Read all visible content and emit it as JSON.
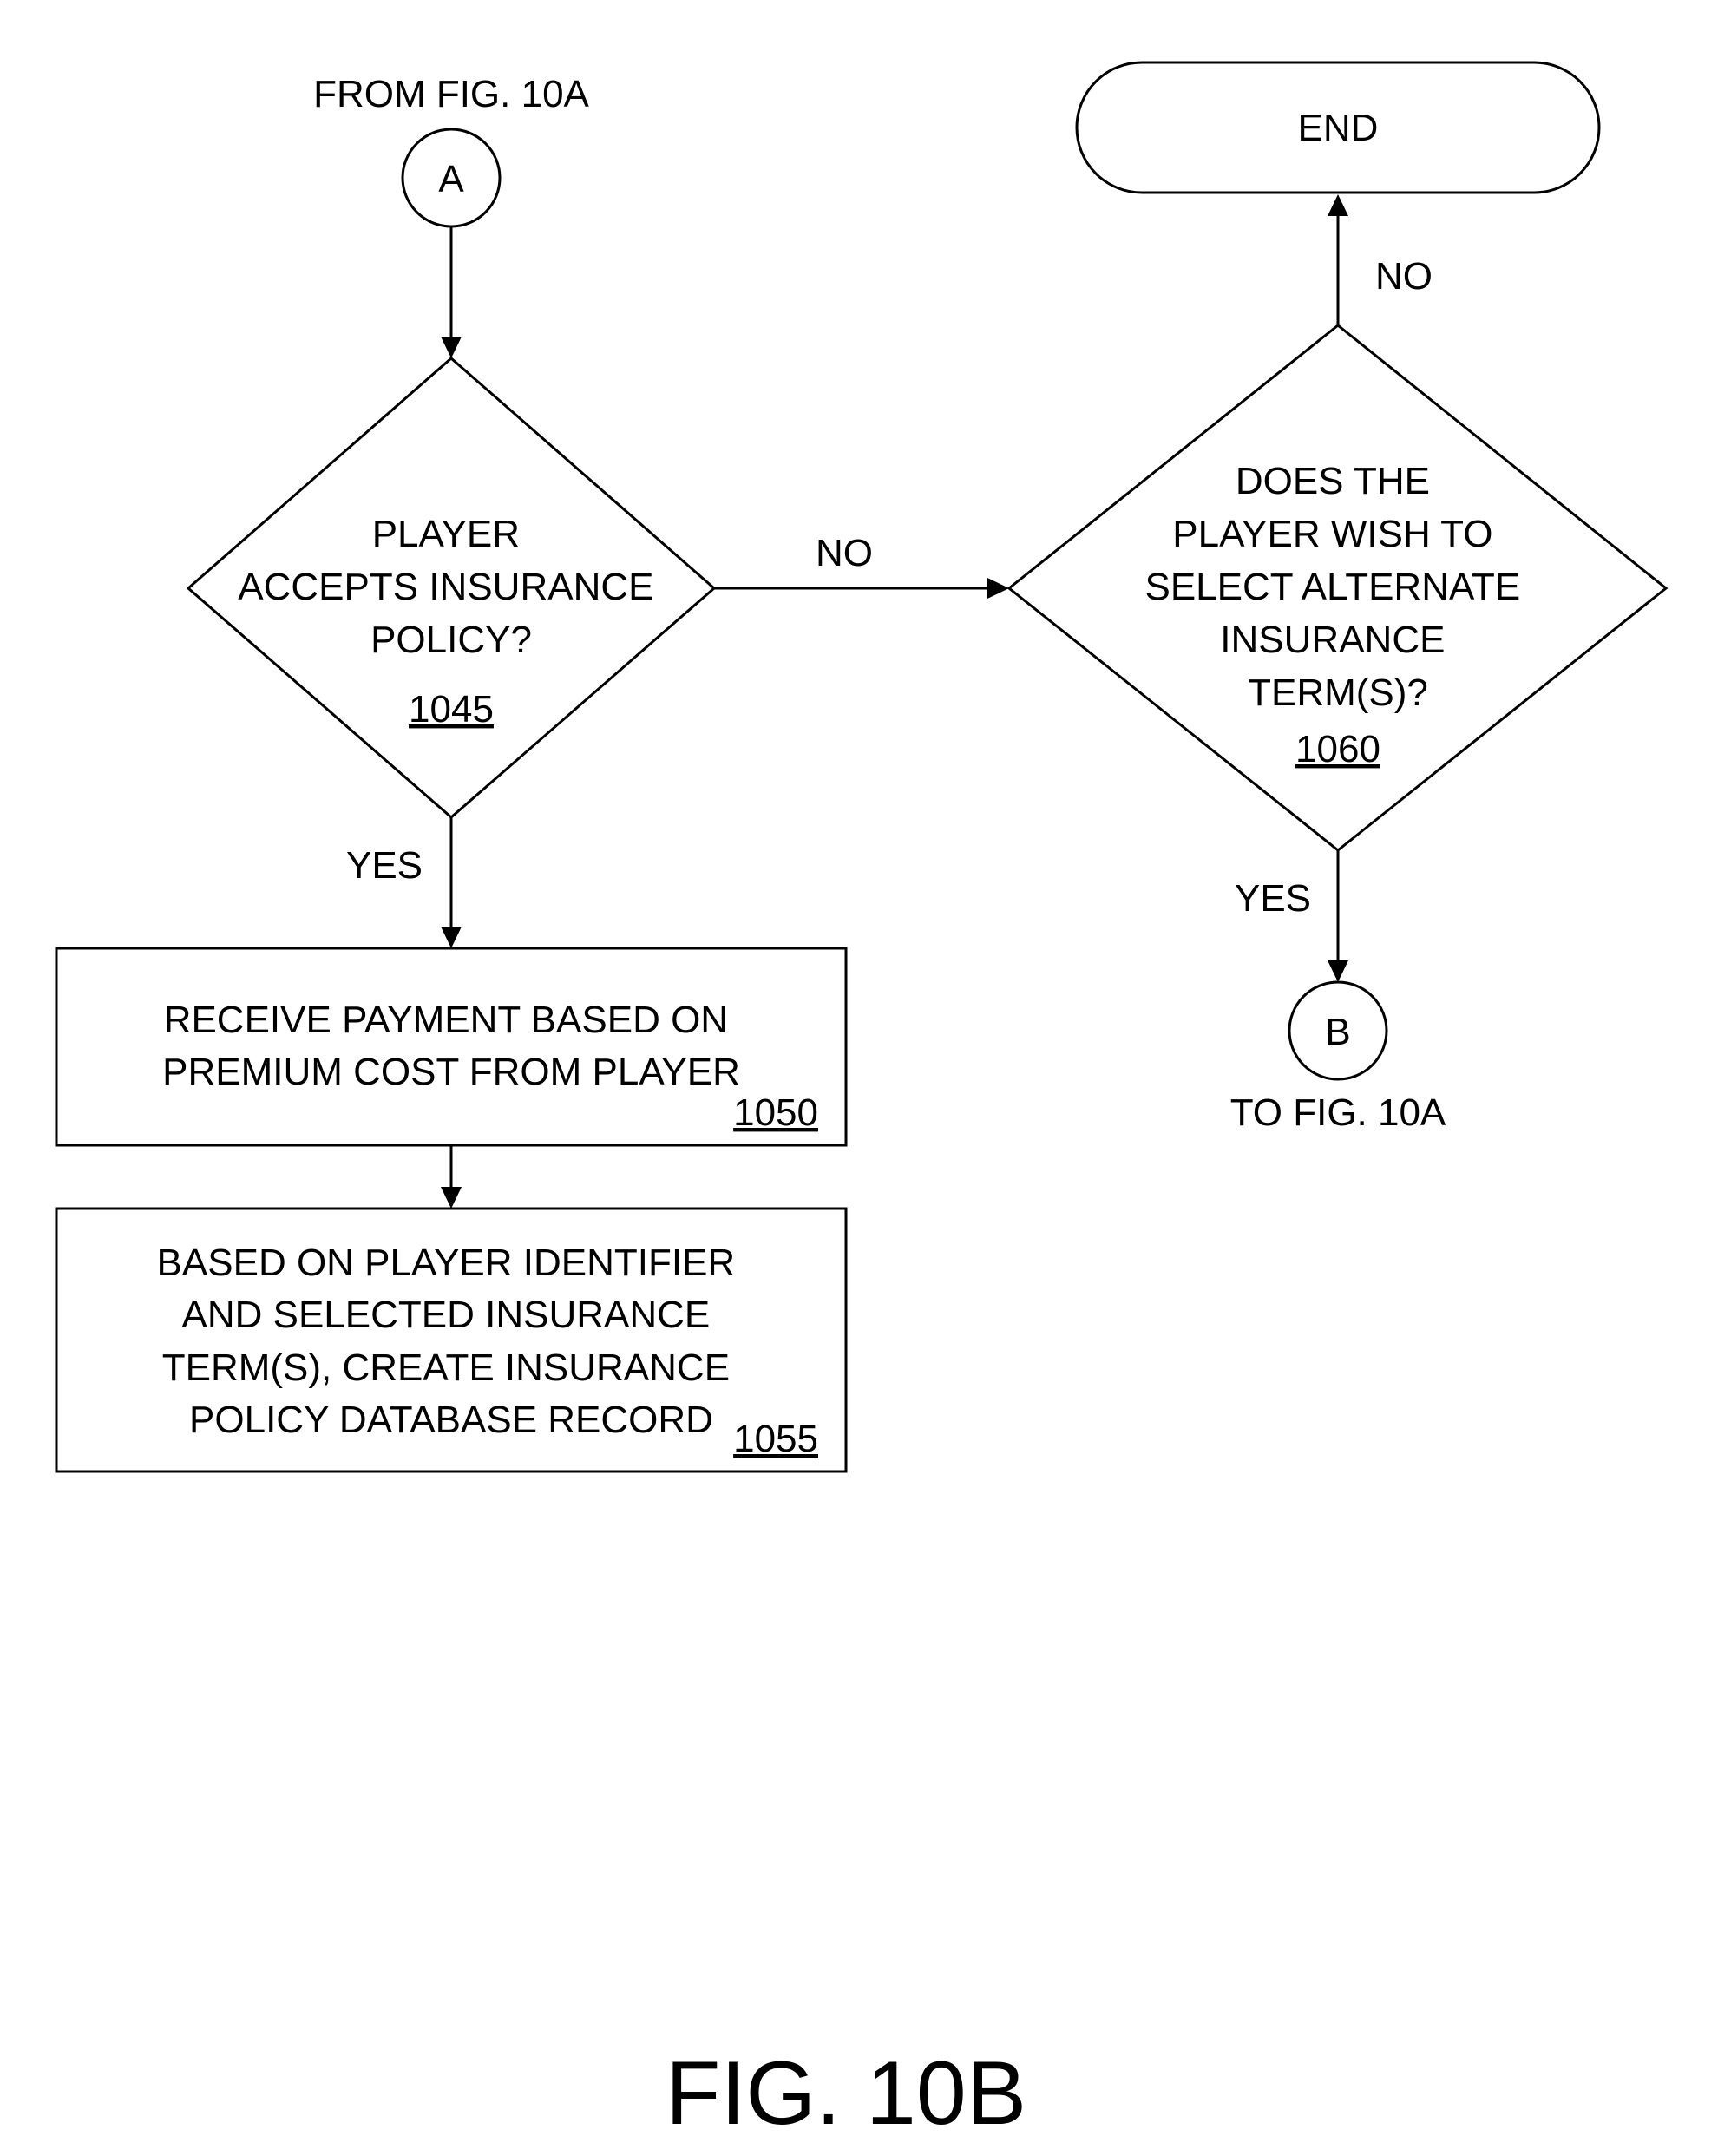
{
  "connectors": {
    "from": {
      "caption": "FROM FIG. 10A",
      "letter": "A"
    },
    "to": {
      "caption": "TO FIG. 10A",
      "letter": "B"
    }
  },
  "end": {
    "label": "END"
  },
  "decision_1045": {
    "lines": [
      "PLAYER",
      "ACCEPTS INSURANCE",
      "POLICY?"
    ],
    "ref": "1045",
    "yes_label": "YES",
    "no_label": "NO"
  },
  "decision_1060": {
    "lines": [
      "DOES THE",
      "PLAYER WISH TO",
      "SELECT ALTERNATE",
      "INSURANCE",
      "TERM(S)?"
    ],
    "ref": "1060",
    "yes_label": "YES",
    "no_label": "NO"
  },
  "process_1050": {
    "lines": [
      "RECEIVE PAYMENT BASED ON",
      "PREMIUM COST FROM PLAYER"
    ],
    "ref": "1050"
  },
  "process_1055": {
    "lines": [
      "BASED ON PLAYER IDENTIFIER",
      "AND SELECTED INSURANCE",
      "TERM(S), CREATE INSURANCE",
      "POLICY DATABASE RECORD"
    ],
    "ref": "1055"
  },
  "figure_label": "FIG. 10B"
}
